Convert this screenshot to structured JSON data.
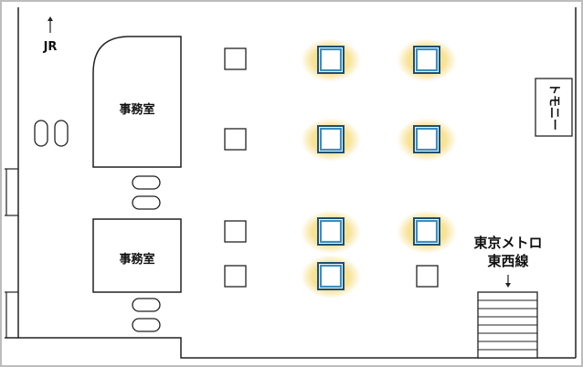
{
  "labels": {
    "jr": "JR",
    "office": "事務室",
    "tokyo_metro": "東京メトロ",
    "tozai_line": "東西線",
    "tomonii": "トモニー"
  },
  "pillars": {
    "highlighted_count": 7,
    "plain_count": 5
  },
  "colors": {
    "highlight_glow": "#f5d76e",
    "highlight_frame": "#1f4f6e",
    "highlight_fill": "#3a8fc2",
    "line": "#222222",
    "outer_border": "#bdbdbd"
  },
  "icons": [
    "arrow-up-icon",
    "arrow-down-icon"
  ]
}
